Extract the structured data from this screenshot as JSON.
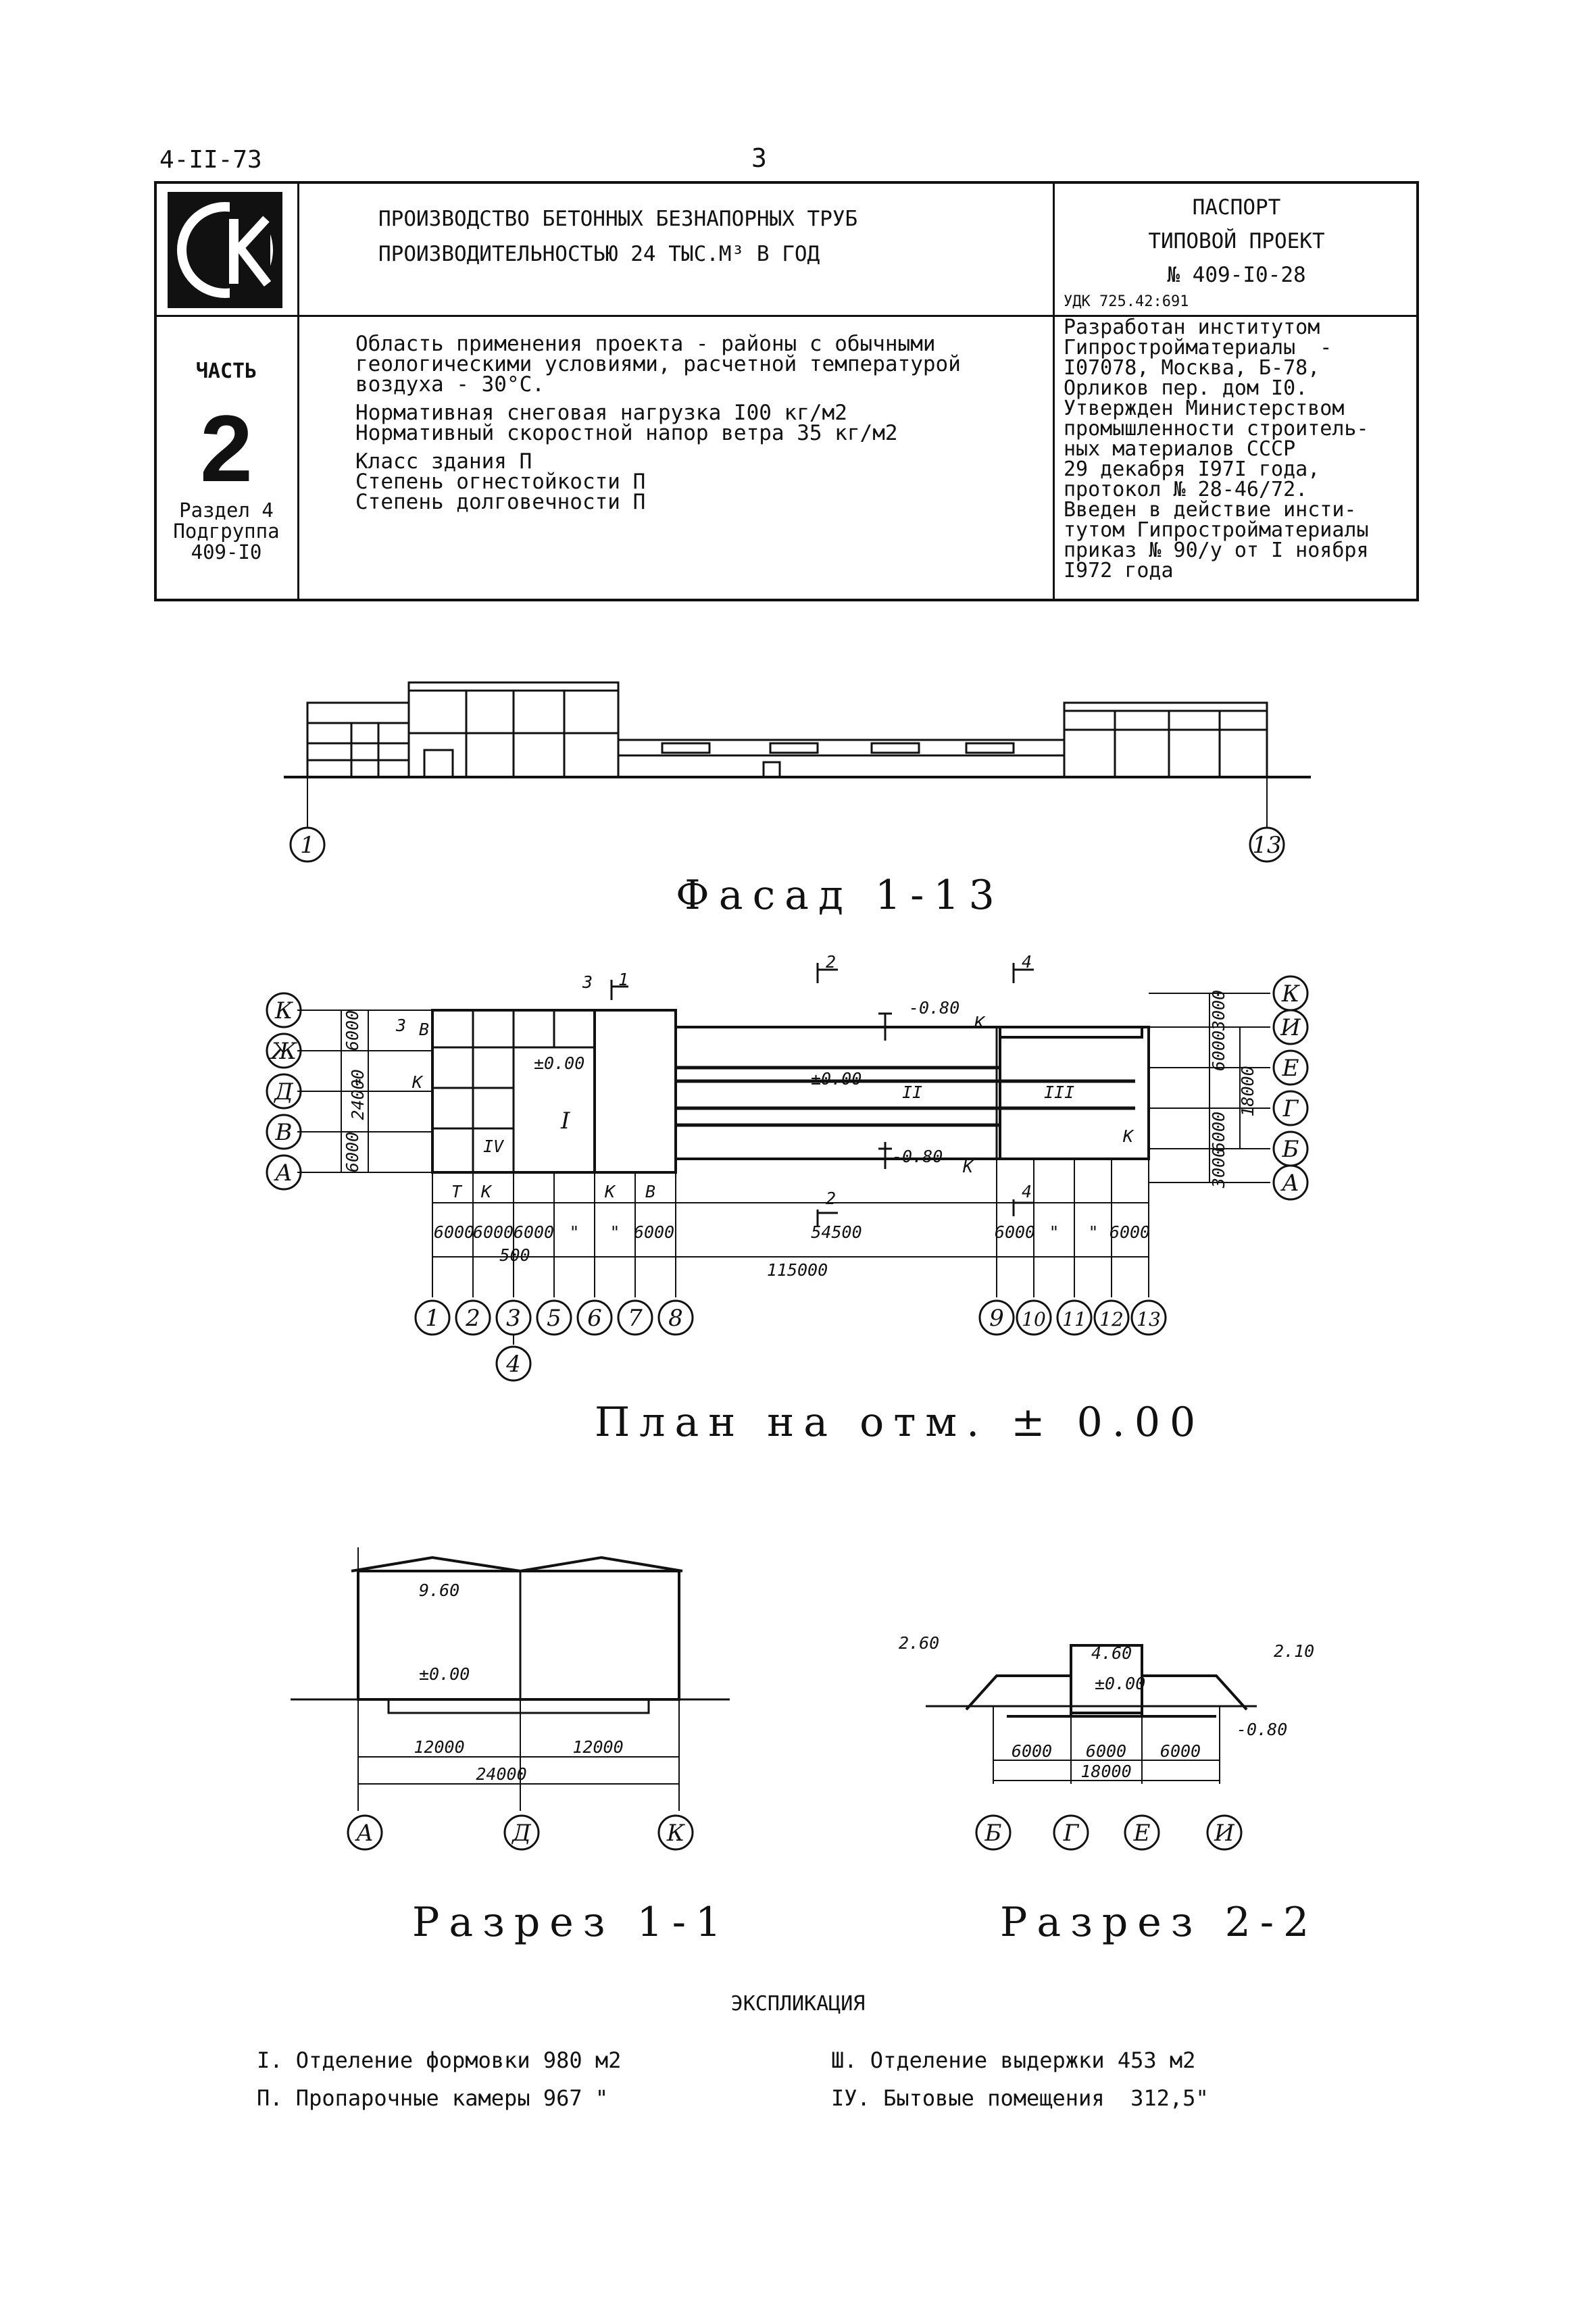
{
  "header": {
    "code": "4-II-73",
    "page": "3"
  },
  "title": {
    "line1": "ПРОИЗВОДСТВО БЕТОННЫХ БЕЗНАПОРНЫХ ТРУБ",
    "line2": "ПРОИЗВОДИТЕЛЬНОСТЬЮ 24 ТЫС.М³ В ГОД"
  },
  "passport": {
    "line1": "ПАСПОРТ",
    "line2": "ТИПОВОЙ ПРОЕКТ",
    "line3": "№ 409-I0-28",
    "udk": "УДК 725.42:691"
  },
  "part": {
    "label": "ЧАСТЬ",
    "number": "2",
    "section": "Раздел 4",
    "subgroup": "Подгруппа",
    "subgroup_code": "409-I0"
  },
  "description": {
    "lines": [
      "Область применения проекта - районы с обычными",
      "геологическими условиями, расчетной температурой",
      "воздуха - 30°С."
    ],
    "loads": [
      "Нормативная снеговая нагрузка I00 кг/м2",
      "Нормативный скоростной напор ветра 35 кг/м2"
    ],
    "classes": [
      "Класс здания П",
      "Степень огнестойкости П",
      "Степень долговечности П"
    ]
  },
  "developer": {
    "lines": [
      "Разработан институтом",
      "Гипростройматериалы  -",
      "I07078, Москва, Б-78,",
      "Орликов пер. дом I0.",
      "Утвержден Министерством",
      "промышленности строитель-",
      "ных материалов СССР",
      "29 декабря I97I года,",
      "протокол № 28-46/72.",
      "Введен в действие инсти-",
      "тутом Гипростройматериалы",
      "приказ № 90/у от I ноября",
      "I972 года"
    ]
  },
  "drawings": {
    "facade_caption": "Фасад 1-13",
    "facade_axes": [
      "1",
      "13"
    ],
    "plan_caption": "План на отм. ± 0.00",
    "plan_axes_bottom": [
      "1",
      "2",
      "3",
      "5",
      "6",
      "7",
      "8",
      "9",
      "10",
      "11",
      "12",
      "13"
    ],
    "plan_axis_4": "4",
    "plan_axes_left": [
      "К",
      "Ж",
      "Д",
      "В",
      "А"
    ],
    "plan_axes_right": [
      "К",
      "И",
      "Е",
      "Г",
      "Б",
      "А"
    ],
    "plan_dims": [
      "6000",
      "6000",
      "6000",
      "\"",
      "\"",
      "6000",
      "54500",
      "6000",
      "\"",
      "\"",
      "6000",
      "500",
      "115000",
      "24000",
      "6000",
      "\"",
      "6000",
      "3000",
      "6000",
      "18000",
      "6000",
      "3000"
    ],
    "plan_marks": [
      "-0.80",
      "±0.00",
      "±0.00",
      "-0.80",
      "I",
      "II",
      "III",
      "IV"
    ],
    "plan_sections": [
      "1",
      "2",
      "4",
      "2",
      "4",
      "3",
      "3"
    ],
    "plan_letters": [
      "В",
      "К",
      "К",
      "К",
      "Т",
      "К",
      "В",
      "К",
      "К"
    ],
    "section1_caption": "Разрез 1-1",
    "section1_marks": [
      "9.60",
      "±0.00"
    ],
    "section1_dims": [
      "12000",
      "12000",
      "24000"
    ],
    "section1_axes": [
      "А",
      "Д",
      "К"
    ],
    "section2_caption": "Разрез 2-2",
    "section2_marks": [
      "2.60",
      "2.10",
      "4.60",
      "±0.00",
      "-0.80"
    ],
    "section2_dims": [
      "6000",
      "6000",
      "6000",
      "18000"
    ],
    "section2_axes": [
      "Б",
      "Г",
      "Е",
      "И"
    ]
  },
  "explication": {
    "title": "ЭКСПЛИКАЦИЯ",
    "items": [
      "I. Отделение формовки 980 м2",
      "П. Пропарочные камеры 967 \"",
      "Ш. Отделение выдержки 453 м2",
      "IУ. Бытовые помещения  312,5\""
    ]
  }
}
